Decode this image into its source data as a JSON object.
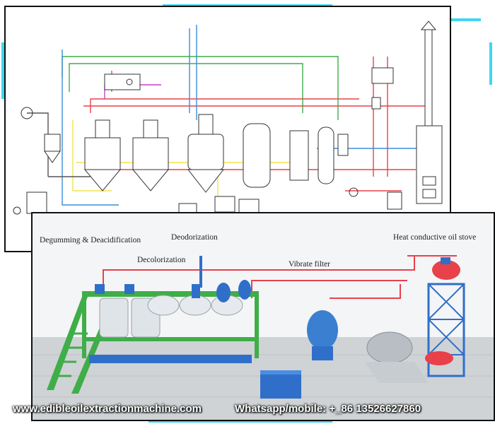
{
  "labels": {
    "degumming": "Degumming & Deacidification",
    "deodorization": "Deodorization",
    "decolorization": "Decolorization",
    "vibrate_filter": "Vibrate filter",
    "heat_stove": "Heat conductive oil stove"
  },
  "footer": {
    "website": "www.edibleoilextractionmachine.com",
    "contact": "Whatsapp/mobile: +_86 13526627860"
  },
  "colors": {
    "frame_accent": "#3fd6f2",
    "pipe_red": "#e8414a",
    "pipe_green": "#3fae49",
    "pipe_blue": "#3a8fd8",
    "pipe_yellow": "#f3e44a",
    "pipe_magenta": "#c93fd1"
  }
}
